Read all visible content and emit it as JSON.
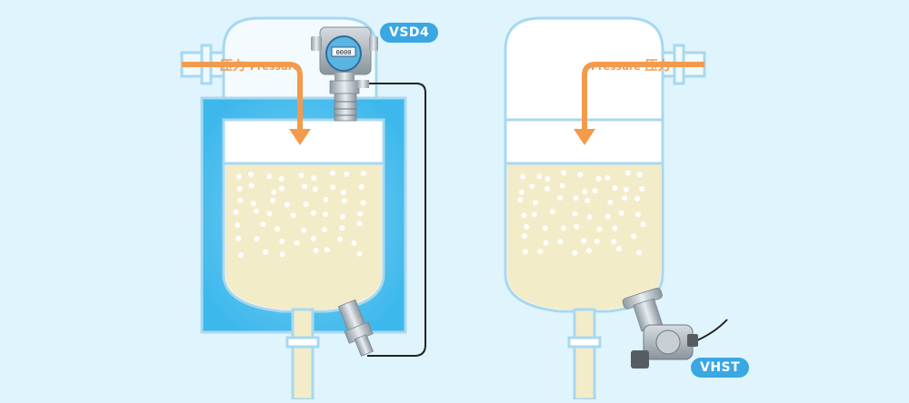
{
  "labels": {
    "left_sensor": "VSD4",
    "right_sensor": "VHST",
    "left_flow_cn": "压力",
    "left_flow_en": "Pressure",
    "right_flow_en": "Pressure",
    "right_flow_cn": "压力",
    "display_value": "0000"
  },
  "colors": {
    "background": "#dff4fd",
    "outline": "#a8d8f0",
    "jacket": "#3db8ec",
    "liquid": "#f3ecc9",
    "arrow": "#f39a4c",
    "tag": "#3aa7e3",
    "cable": "#222222"
  }
}
